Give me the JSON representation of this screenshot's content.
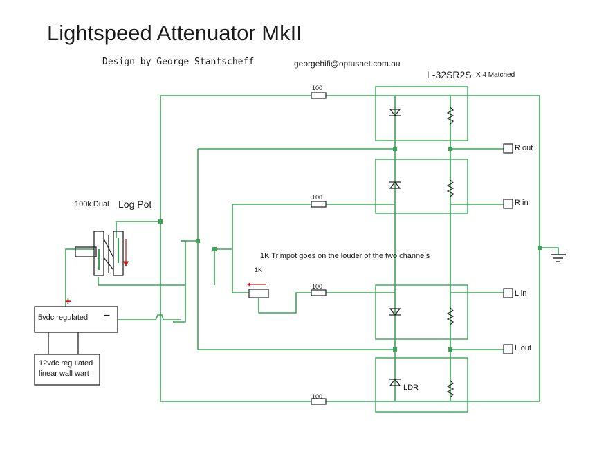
{
  "title": "Lightspeed Attenuator MkII",
  "author": "Design by George Stantscheff",
  "email": "georgehifi@optusnet.com.au",
  "part": {
    "name": "L-32SR2S",
    "qty": "X 4  Matched"
  },
  "pot": {
    "value": "100k  Dual",
    "type": "Log Pot"
  },
  "trimpot": {
    "note": "1K Trimpot goes on the louder of the two channels",
    "value": "1K"
  },
  "resistors": [
    "100",
    "100",
    "100",
    "100"
  ],
  "terminals": {
    "r_out": "R out",
    "r_in": "R in",
    "l_in": "L in",
    "l_out": "L out"
  },
  "ldr_label": "LDR",
  "psu": {
    "regulated": "5vdc regulated",
    "wallwart_line1": "12vdc regulated",
    "wallwart_line2": "linear  wall  wart",
    "plus": "+",
    "minus": "–"
  },
  "colors": {
    "wire": "#3aa555",
    "component": "#222222",
    "arrow": "#cc2222",
    "background": "#ffffff"
  }
}
